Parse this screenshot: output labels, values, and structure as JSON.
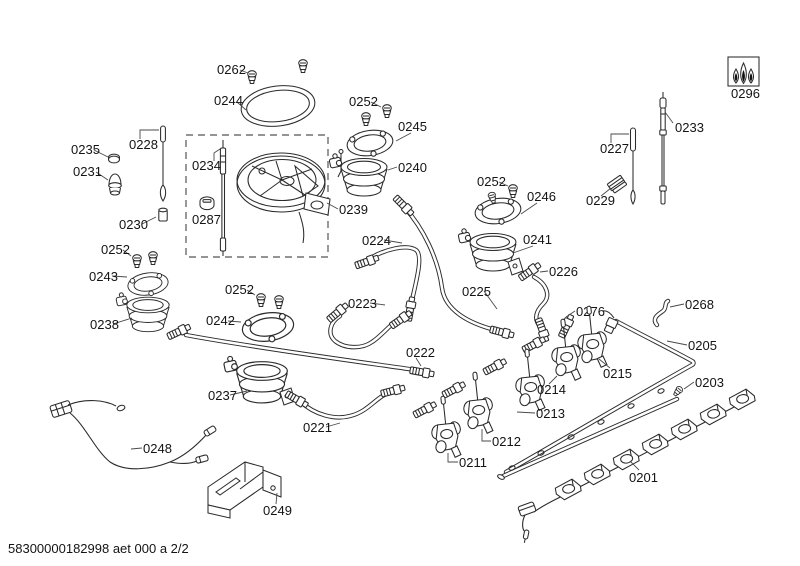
{
  "diagram": {
    "footer_code": "58300000182998 aet 000 a 2/2",
    "parts": {
      "p0201": "0201",
      "p0203": "0203",
      "p0205": "0205",
      "p0211": "0211",
      "p0212": "0212",
      "p0213": "0213",
      "p0214": "0214",
      "p0215": "0215",
      "p0221": "0221",
      "p0222": "0222",
      "p0223": "0223",
      "p0224": "0224",
      "p0225": "0225",
      "p0226": "0226",
      "p0227": "0227",
      "p0228": "0228",
      "p0229": "0229",
      "p0230": "0230",
      "p0231": "0231",
      "p0233": "0233",
      "p0234": "0234",
      "p0235": "0235",
      "p0237": "0237",
      "p0238": "0238",
      "p0239": "0239",
      "p0240": "0240",
      "p0241": "0241",
      "p0242": "0242",
      "p0243": "0243",
      "p0244": "0244",
      "p0245": "0245",
      "p0246": "0246",
      "p0248": "0248",
      "p0249": "0249",
      "p0252": "0252",
      "p0262": "0262",
      "p0268": "0268",
      "p0276": "0276",
      "p0287": "0287",
      "p0296": "0296"
    },
    "colors": {
      "line": "#2b2b2b",
      "background": "#ffffff"
    }
  }
}
